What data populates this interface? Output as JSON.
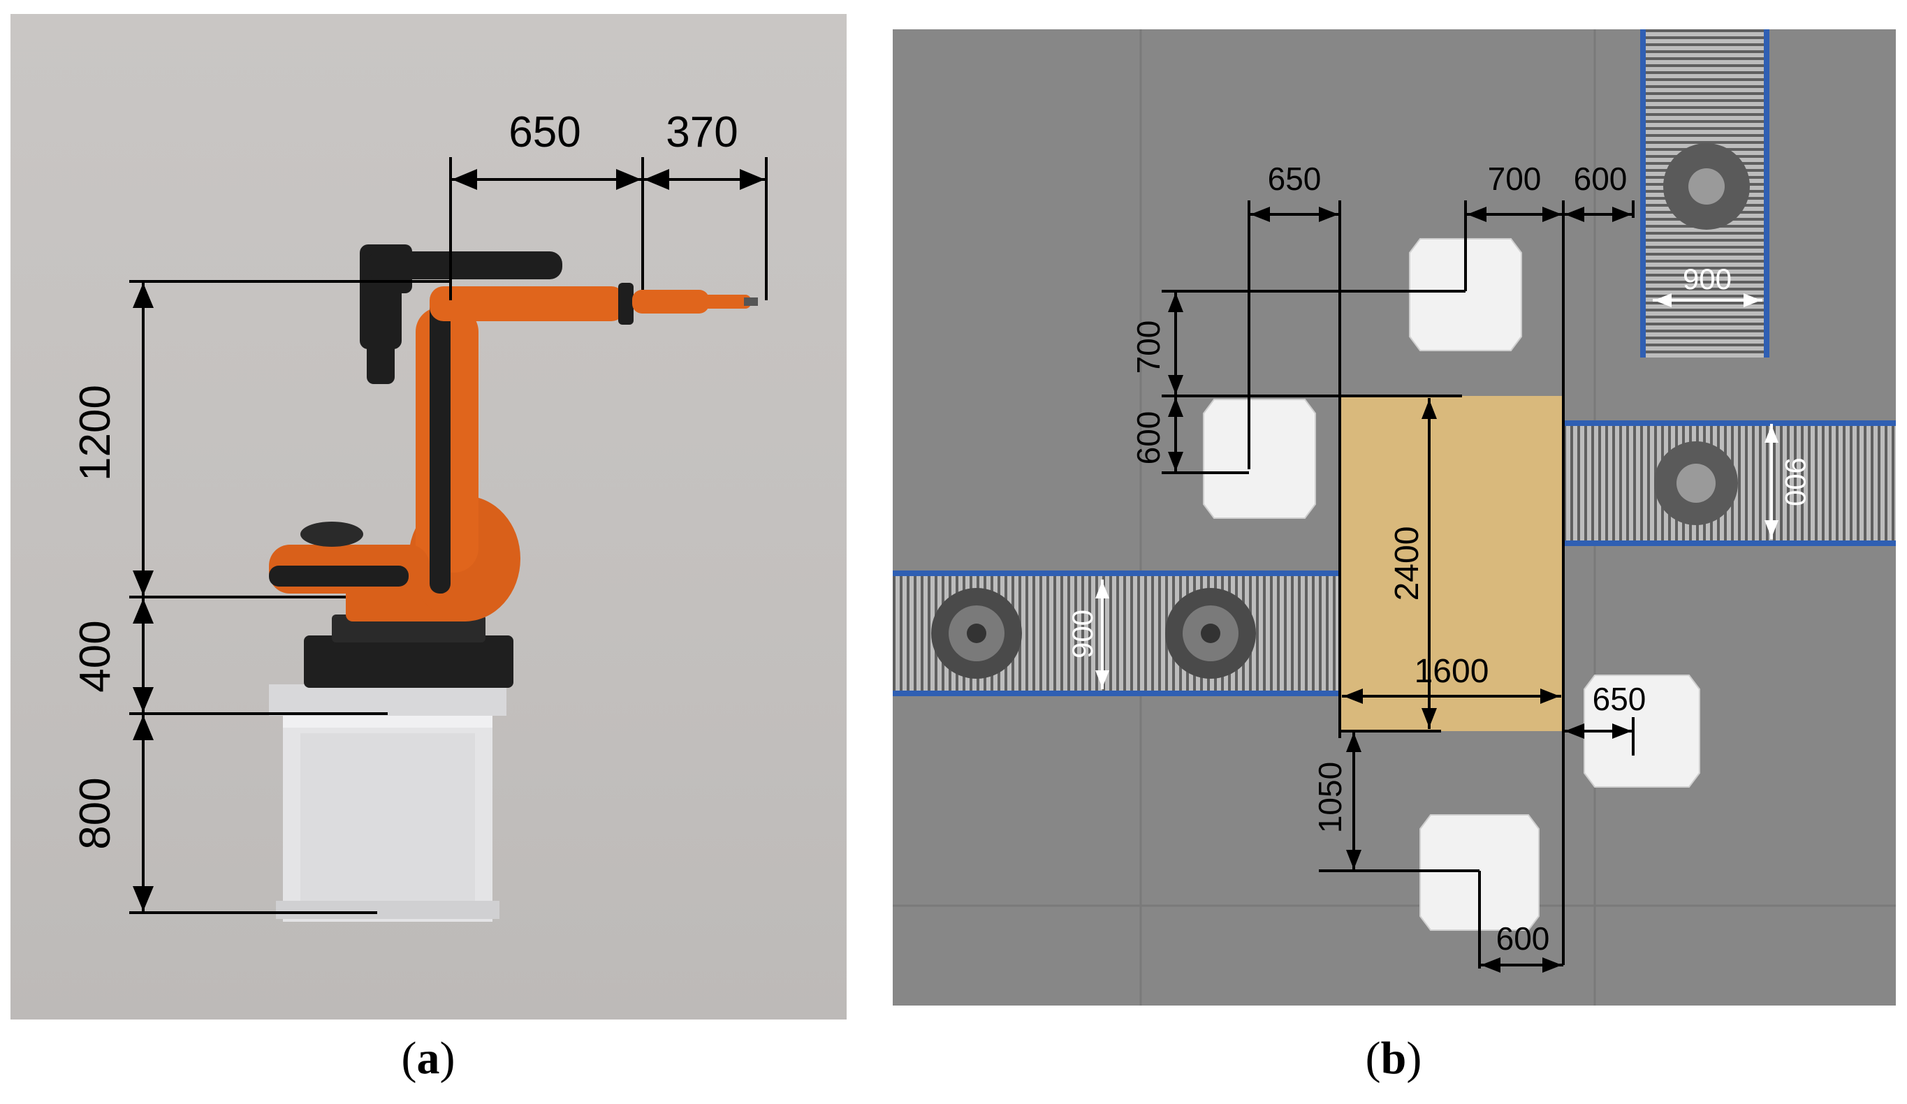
{
  "captions": {
    "a_letter": "a",
    "b_letter": "b"
  },
  "panel_a": {
    "dimensions": {
      "horizontal_reach": "650",
      "horizontal_tool": "370",
      "vertical_arm": "1200",
      "vertical_base": "400",
      "vertical_pedestal": "800"
    },
    "colors": {
      "robot": "#e0651c",
      "robot_dark": "#1e1e1e",
      "pedestal": "#e6e6e8"
    }
  },
  "panel_b": {
    "dimensions": {
      "top_650": "650",
      "top_700": "700",
      "top_600": "600",
      "conveyor_top_right_width": "900",
      "left_700": "700",
      "left_600": "600",
      "pallet_height": "2400",
      "pallet_width": "1600",
      "left_conveyor_width": "900",
      "right_conveyor_width": "900",
      "right_650": "650",
      "bottom_1050": "1050",
      "bottom_600": "600"
    },
    "colors": {
      "pallet": "#d9b97c",
      "conveyor_frame": "#2f5fb3",
      "floor": "#868686"
    }
  }
}
